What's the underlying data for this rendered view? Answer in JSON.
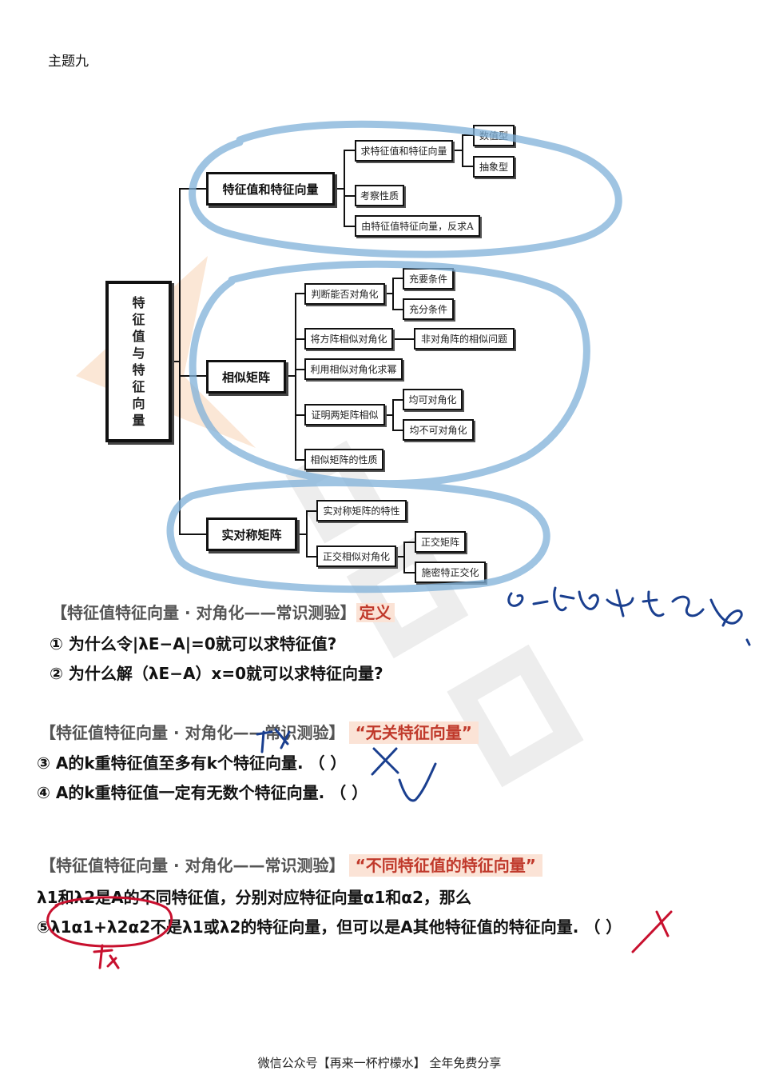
{
  "topic": "主题九",
  "mindmap": {
    "root_chars": [
      "特",
      "征",
      "值",
      "与",
      "特",
      "征",
      "向",
      "量"
    ],
    "branch1": {
      "label": "特征值和特征向量",
      "children": [
        "求特征值和特征向量",
        "考察性质",
        "由特征值特征向量，反求A"
      ],
      "grandchildren": [
        "数值型",
        "抽象型"
      ]
    },
    "branch2": {
      "label": "相似矩阵",
      "children": [
        "判断能否对角化",
        "将方阵相似对角化",
        "利用相似对角化求幂",
        "证明两矩阵相似",
        "相似矩阵的性质"
      ],
      "judge_children": [
        "充要条件",
        "充分条件"
      ],
      "diag_child": "非对角阵的相似问题",
      "prove_children": [
        "均可对角化",
        "均不可对角化"
      ]
    },
    "branch3": {
      "label": "实对称矩阵",
      "children": [
        "实对称矩阵的特性",
        "正交相似对角化"
      ],
      "ortho_children": [
        "正交矩阵",
        "施密特正交化"
      ]
    }
  },
  "section1": {
    "head": "【特征值特征向量 · 对角化——常识测验】",
    "tag": "定义",
    "q1": "① 为什么令|λE−A|=0就可以求特征值?",
    "q2": "② 为什么解（λE−A）x=0就可以求特征向量?"
  },
  "section2": {
    "head": "【特征值特征向量 · 对角化——常识测验】",
    "tag": "“无关特征向量”",
    "q3": "③ A的k重特征值至多有k个特征向量. （   ）",
    "q4": "④ A的k重特征值一定有无数个特征向量. （   ）"
  },
  "section3": {
    "head": "【特征值特征向量 · 对角化——常识测验】",
    "tag": "“不同特征值的特征向量”",
    "line1": "λ1和λ2是A的不同特征值，分别对应特征向量α1和α2，那么",
    "line2": "⑤λ1α1+λ2α2不是λ1或λ2的特征向量，但可以是A其他特征值的特征向量. （   ）"
  },
  "footer": "微信公众号【再来一杯柠檬水】 全年免费分享",
  "colors": {
    "ink_blue": "#1a3f8f",
    "ink_red": "#c8102e",
    "highlight_blue": "#7fb0d8",
    "tag_red": "#c0392b"
  }
}
